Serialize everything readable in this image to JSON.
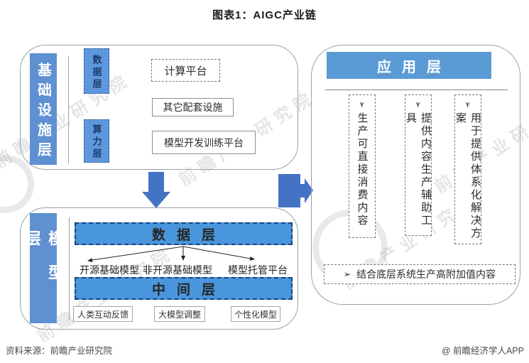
{
  "title": "图表1：AIGC产业链",
  "watermark": {
    "text": "前瞻产业研究院"
  },
  "colors": {
    "label_blue": "#5e90d2",
    "chip_blue": "#5e97db",
    "bar_blue": "#4a96dc",
    "header_blue": "#5b9bd5",
    "arrow_blue": "#4472c4"
  },
  "infrastructure": {
    "label": "基础设施层",
    "sub_layers": [
      {
        "label": "数据层"
      },
      {
        "label": "算力层"
      }
    ],
    "platforms": [
      {
        "label": "计算平台"
      },
      {
        "label": "其它配套设施"
      },
      {
        "label": "模型开发训练平台"
      }
    ]
  },
  "model": {
    "label": "模型层",
    "data_bar": "数据层",
    "model_types": [
      "开源基础模型",
      "非开源基础模型",
      "模型托管平台"
    ],
    "middle_bar": "中间层",
    "middle_items": [
      "人类互动反馈",
      "大模型调整",
      "个性化模型"
    ]
  },
  "application": {
    "header": "应用层",
    "bullet": "➢",
    "columns": [
      "生产可直接消费内容",
      "提供内容生产辅助工具",
      "用于提供体系化解决方案"
    ],
    "bottom_note": "结合底层系统生产高附加值内容"
  },
  "footer": {
    "source": "资料来源：前瞻产业研究院",
    "brand": "@ 前瞻经济学人APP"
  }
}
